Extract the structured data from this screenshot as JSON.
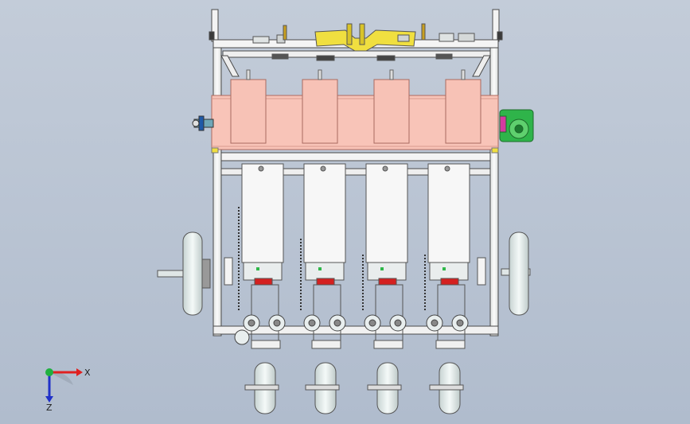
{
  "scene": {
    "hopper_count": 4,
    "metering_unit_count": 4,
    "press_wheel_count": 4,
    "colors": {
      "background_top": "#c3ccd9",
      "background_bottom": "#b0bccd",
      "frame": "#f2f3f2",
      "frame_outline": "#4a4a4a",
      "hopper_band": "#f8c4b8",
      "hopper_box": "#f7c2b6",
      "hopper_outline": "#b06a5e",
      "gearbox": "#2fb44a",
      "yellow_bracket": "#f0df40",
      "red_accent": "#d42020",
      "wheel_face": "#e6efee"
    }
  },
  "triad": {
    "x_label": "X",
    "z_label": "Z",
    "x_color": "#e02020",
    "z_color": "#2030c8",
    "y_color": "#20b040"
  }
}
